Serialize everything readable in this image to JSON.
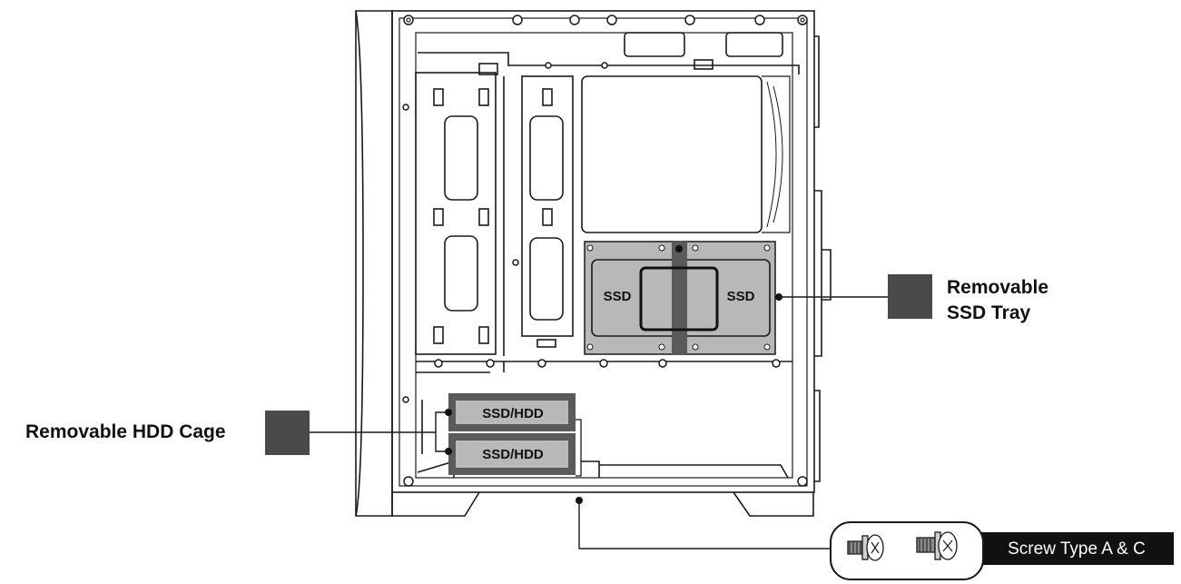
{
  "labels": {
    "ssd_tray_line1": "Removable",
    "ssd_tray_line2": "SSD Tray",
    "hdd_cage": "Removable HDD Cage",
    "screw_type": "Screw Type A & C"
  },
  "tray_tags": {
    "ssd_left": "SSD",
    "ssd_right": "SSD",
    "bay_top": "SSD/HDD",
    "bay_bottom": "SSD/HDD"
  },
  "colors": {
    "line": "#1a1a1a",
    "marker": "#4a4a4a",
    "tray_fill": "#b8b8b8",
    "tray_dark": "#5a5a5a",
    "screw_bar": "#111111"
  }
}
